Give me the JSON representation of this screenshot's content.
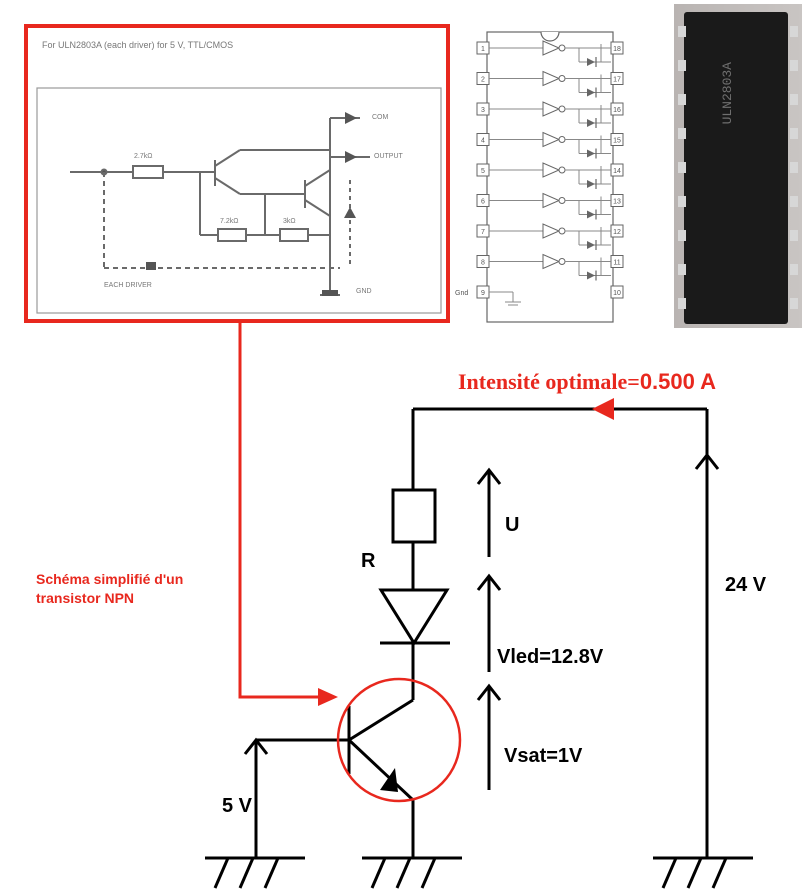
{
  "inset": {
    "caption": "For ULN2803A (each driver) for 5 V, TTL/CMOS",
    "resistor1": "2.7kΩ",
    "resistor2": "7.2kΩ",
    "resistor3": "3kΩ",
    "output_label": "COM",
    "out_label": "OUTPUT",
    "each_driver": "EACH DRIVER",
    "ground": "GND"
  },
  "pinout": {
    "left_pins": [
      "1",
      "2",
      "3",
      "4",
      "5",
      "6",
      "7",
      "8",
      "9"
    ],
    "right_pins": [
      "18",
      "17",
      "16",
      "15",
      "14",
      "13",
      "12",
      "11",
      "10"
    ],
    "gnd_label": "Gnd"
  },
  "chip_photo": {
    "marking": "ULN2803A"
  },
  "labels": {
    "intensity_title": "Intensité optimale=",
    "intensity_value": "0.500 A",
    "u": "U",
    "r": "R",
    "supply": "24 V",
    "vled": "Vled=12.8V",
    "vsat": "Vsat=1V",
    "input_voltage": "5 V",
    "npn_note": "Schéma simplifié d'un transistor NPN"
  },
  "colors": {
    "accent_red": "#e8281e",
    "wire": "#000000"
  }
}
